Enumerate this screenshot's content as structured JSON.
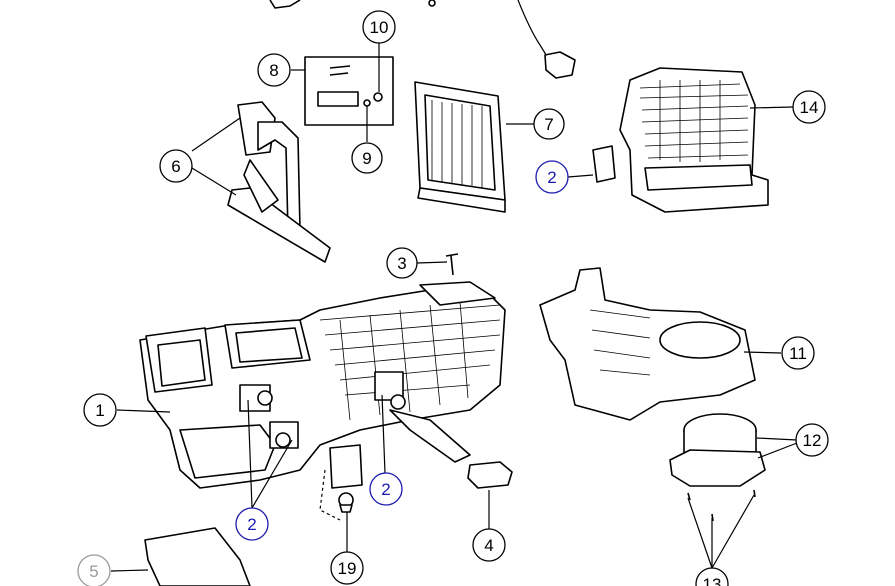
{
  "diagram": {
    "callouts": [
      {
        "id": "c1",
        "label": "1",
        "color": "#000000"
      },
      {
        "id": "c2a",
        "label": "2",
        "color": "#1a1ab0"
      },
      {
        "id": "c2b",
        "label": "2",
        "color": "#1a1ab0"
      },
      {
        "id": "c2c",
        "label": "2",
        "color": "#1a1ab0"
      },
      {
        "id": "c3",
        "label": "3",
        "color": "#000000"
      },
      {
        "id": "c4",
        "label": "4",
        "color": "#000000"
      },
      {
        "id": "c5",
        "label": "5",
        "color": "#999999"
      },
      {
        "id": "c6",
        "label": "6",
        "color": "#000000"
      },
      {
        "id": "c7",
        "label": "7",
        "color": "#000000"
      },
      {
        "id": "c8",
        "label": "8",
        "color": "#000000"
      },
      {
        "id": "c9",
        "label": "9",
        "color": "#000000"
      },
      {
        "id": "c10",
        "label": "10",
        "color": "#000000"
      },
      {
        "id": "c11",
        "label": "11",
        "color": "#000000"
      },
      {
        "id": "c12",
        "label": "12",
        "color": "#000000"
      },
      {
        "id": "c13",
        "label": "13",
        "color": "#000000"
      },
      {
        "id": "c14",
        "label": "14",
        "color": "#000000"
      },
      {
        "id": "c19",
        "label": "19",
        "color": "#000000"
      }
    ]
  }
}
